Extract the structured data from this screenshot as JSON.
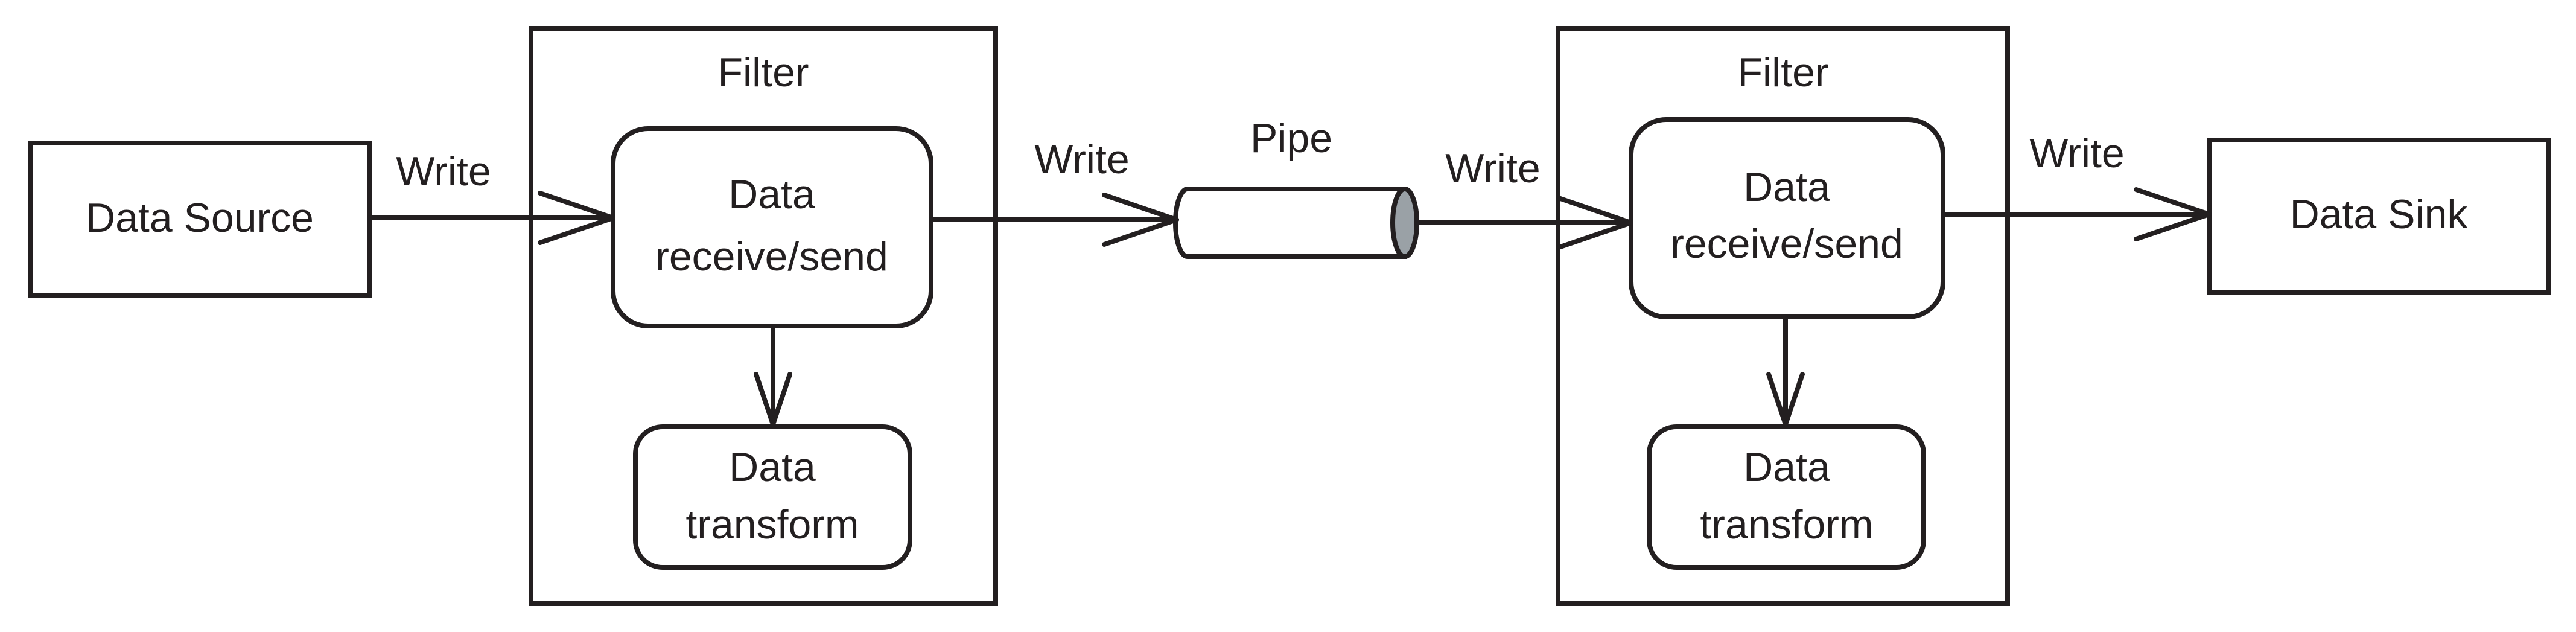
{
  "diagram": {
    "source": {
      "label": "Data Source"
    },
    "sink": {
      "label": "Data Sink"
    },
    "filters": [
      {
        "title": "Filter",
        "receive_send": [
          "Data",
          "receive/send"
        ],
        "transform": [
          "Data",
          "transform"
        ]
      },
      {
        "title": "Filter",
        "receive_send": [
          "Data",
          "receive/send"
        ],
        "transform": [
          "Data",
          "transform"
        ]
      }
    ],
    "pipe": {
      "label": "Pipe",
      "cap_color": "#9aa1a6"
    },
    "edges": {
      "source_to_filter1": "Write",
      "filter1_to_pipe": "Write",
      "pipe_to_filter2": "Write",
      "filter2_to_sink": "Write"
    },
    "colors": {
      "stroke": "#231f20",
      "background": "#ffffff"
    }
  }
}
